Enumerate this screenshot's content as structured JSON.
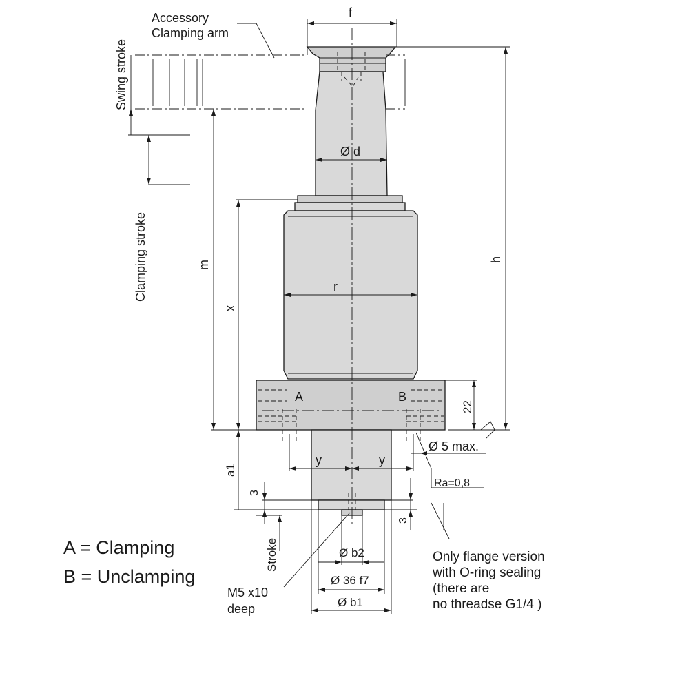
{
  "labels": {
    "accessory_line1": "Accessory",
    "accessory_line2": "Clamping arm",
    "swing_stroke": "Swing stroke",
    "clamping_stroke": "Clamping stroke",
    "f": "f",
    "od": "Ø d",
    "m": "m",
    "x": "x",
    "r": "r",
    "h": "h",
    "a": "A",
    "b": "B",
    "dim22": "22",
    "dia5": "Ø 5 max.",
    "y_left": "y",
    "y_right": "y",
    "a1": "a1",
    "dim3_left": "3",
    "dim3_right": "3",
    "ra": "Ra=0,8",
    "stroke": "Stroke",
    "ob2": "Ø b2",
    "o36": "Ø 36 f7",
    "ob1": "Ø b1",
    "m5_line1": "M5 x10",
    "m5_line2": "deep",
    "legend_a": "A = Clamping",
    "legend_b": "B = Unclamping",
    "note_line1": "Only flange version",
    "note_line2": "with O-ring sealing",
    "note_line3": "(there are",
    "note_line4": "no threadse G1/4 )"
  }
}
